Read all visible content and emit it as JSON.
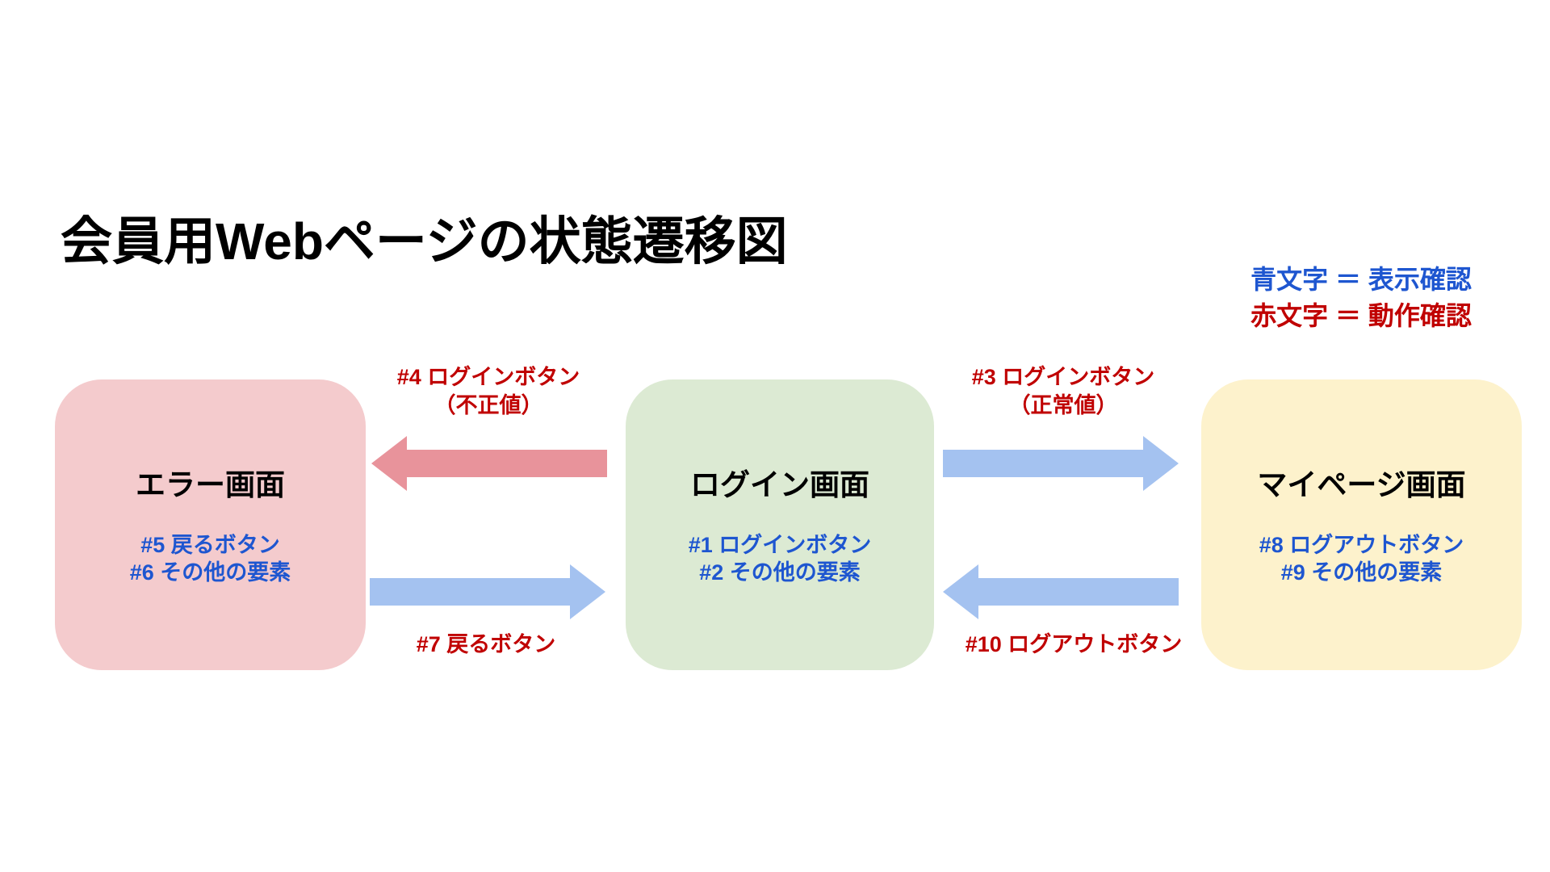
{
  "title": "会員用Webページの状態遷移図",
  "legend": {
    "blue_entry": "青文字 ＝ 表示確認",
    "red_entry": "赤文字 ＝ 動作確認"
  },
  "nodes": {
    "error": {
      "title": "エラー画面",
      "items": [
        "#5 戻るボタン",
        "#6 その他の要素"
      ]
    },
    "login": {
      "title": "ログイン画面",
      "items": [
        "#1 ログインボタン",
        "#2 その他の要素"
      ]
    },
    "mypage": {
      "title": "マイページ画面",
      "items": [
        "#8 ログアウトボタン",
        "#9 その他の要素"
      ]
    }
  },
  "transitions": {
    "login_to_error": {
      "label_line1": "#4 ログインボタン",
      "label_line2": "（不正値）",
      "direction": "left",
      "arrow_color": "red"
    },
    "login_to_mypage": {
      "label_line1": "#3 ログインボタン",
      "label_line2": "（正常値）",
      "direction": "right",
      "arrow_color": "blue"
    },
    "error_to_login": {
      "label": "#7 戻るボタン",
      "direction": "right",
      "arrow_color": "blue"
    },
    "mypage_to_login": {
      "label": "#10 ログアウトボタン",
      "direction": "left",
      "arrow_color": "blue"
    }
  },
  "colors": {
    "node_error_bg": "#f4cbcd",
    "node_login_bg": "#dcead3",
    "node_mypage_bg": "#fdf2cc",
    "arrow_red": "#e8939b",
    "arrow_blue": "#a4c2f0",
    "text_blue": "#1e56d0",
    "text_red": "#c00000",
    "text_black": "#000000"
  }
}
